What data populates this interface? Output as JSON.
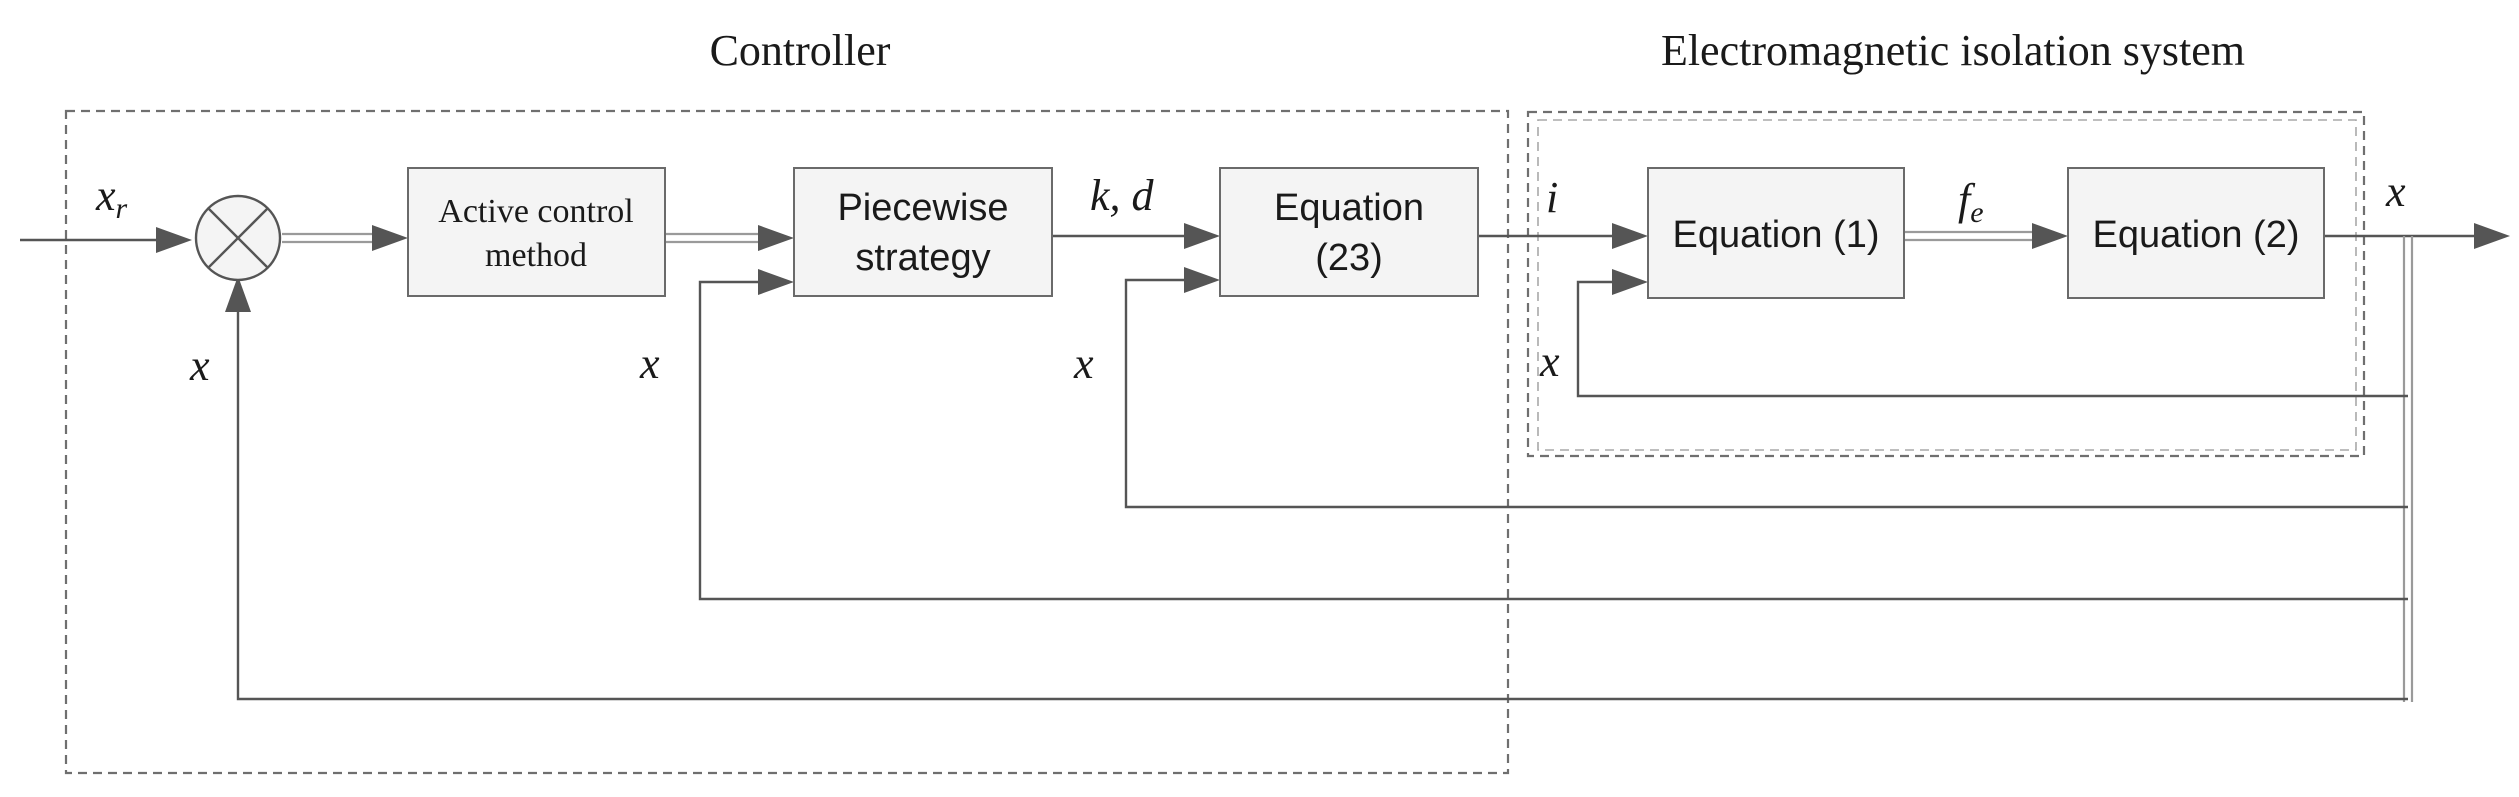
{
  "groups": {
    "controller": {
      "title": "Controller"
    },
    "isolation": {
      "title": "Electromagnetic isolation system"
    }
  },
  "blocks": {
    "active": {
      "line1": "Active control",
      "line2": "method"
    },
    "piecewise": {
      "line1": "Piecewise",
      "line2": "strategy"
    },
    "eq23": {
      "line1": "Equation",
      "line2": "(23)"
    },
    "eq1": {
      "label": "Equation (1)"
    },
    "eq2": {
      "label": "Equation (2)"
    }
  },
  "signals": {
    "xr_base": "x",
    "xr_sub": "r",
    "kd": "k, d",
    "current": "i",
    "force_base": "f",
    "force_sub": "e",
    "output": "x",
    "feedback_summer": "x",
    "feedback_piecewise": "x",
    "feedback_eq23": "x",
    "feedback_eq1": "x"
  }
}
